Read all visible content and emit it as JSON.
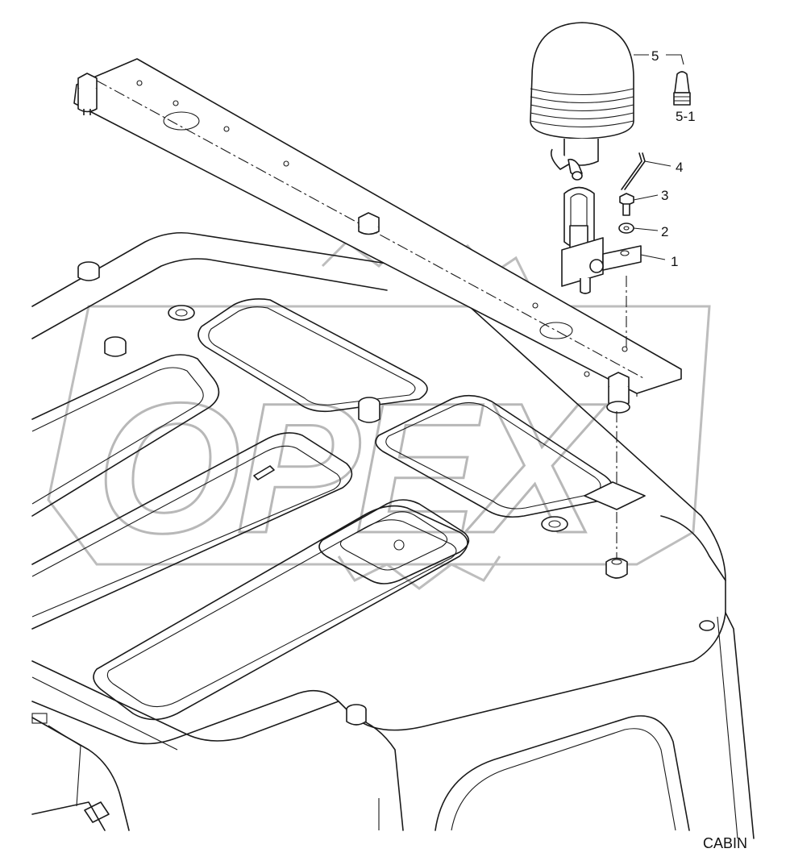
{
  "diagram": {
    "caption": "CABIN",
    "watermark": "OPEX",
    "callouts": [
      {
        "id": "callout-5",
        "text": "5"
      },
      {
        "id": "callout-5-1",
        "text": "5-1"
      },
      {
        "id": "callout-4",
        "text": "4"
      },
      {
        "id": "callout-3",
        "text": "3"
      },
      {
        "id": "callout-2",
        "text": "2"
      },
      {
        "id": "callout-1",
        "text": "1"
      }
    ]
  }
}
